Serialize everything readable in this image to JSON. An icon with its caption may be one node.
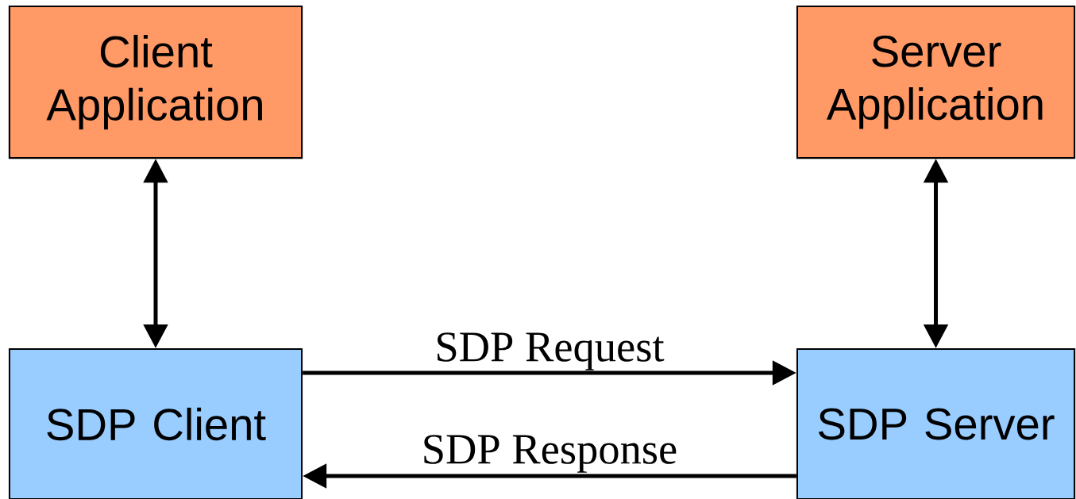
{
  "diagram": {
    "nodes": [
      {
        "text": [
          "Client Application"
        ]
      },
      {
        "text": [
          "Server Application"
        ]
      },
      {
        "text": [
          "SDP Client"
        ]
      },
      {
        "text": [
          "SDP Server"
        ]
      }
    ],
    "edges": [
      {
        "from": 0,
        "to": 2,
        "arrow": "both"
      },
      {
        "from": 1,
        "to": 3,
        "arrow": "both"
      },
      {
        "from": 2,
        "to": 3,
        "arrow": "to",
        "label": "SDP Request"
      },
      {
        "from": 3,
        "to": 2,
        "arrow": "to",
        "label": "SDP Response"
      }
    ]
  }
}
